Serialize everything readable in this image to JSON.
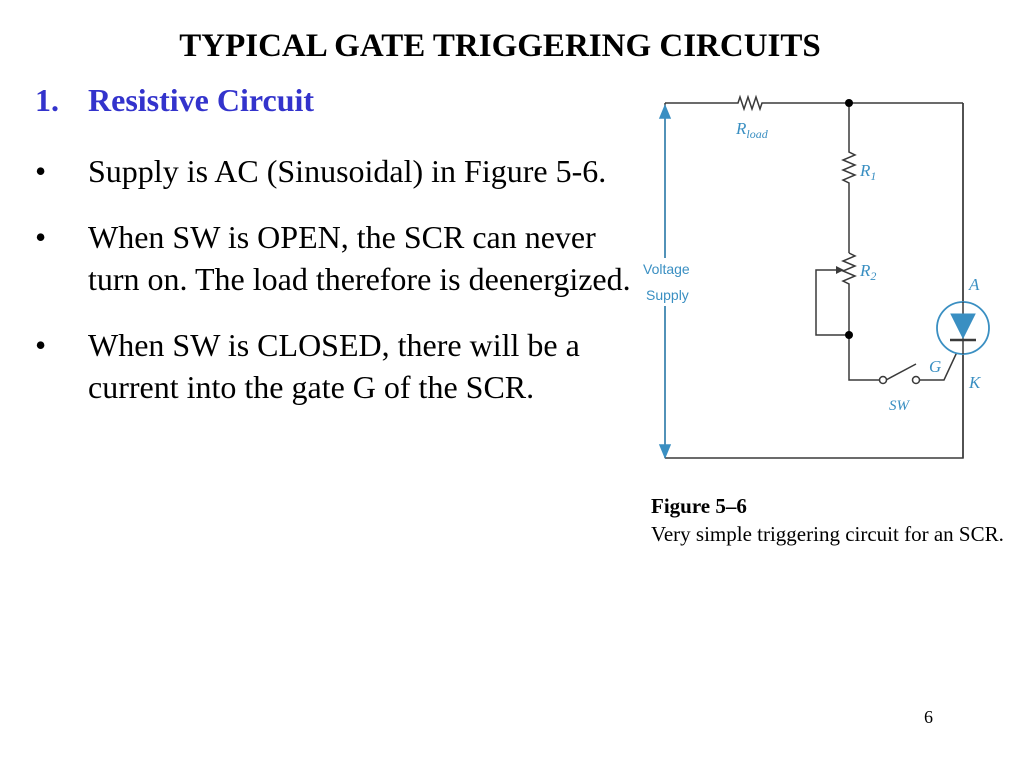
{
  "slide": {
    "title": "TYPICAL GATE TRIGGERING CIRCUITS",
    "section_number": "1.",
    "section_title": "Resistive Circuit",
    "bullet_symbol": "•",
    "bullets": [
      "Supply is AC (Sinusoidal) in Figure 5-6.",
      "When SW is OPEN, the SCR can never turn on. The load therefore is deenergized.",
      "When SW is CLOSED, there will be a current into the gate G of the SCR."
    ],
    "page_number": "6"
  },
  "figure": {
    "labels": {
      "rload_main": "R",
      "rload_sub": "load",
      "r1_main": "R",
      "r1_sub": "1",
      "r2_main": "R",
      "r2_sub": "2",
      "supply_line1": "Voltage",
      "supply_line2": "Supply",
      "anode": "A",
      "cathode": "K",
      "gate": "G",
      "switch": "SW"
    },
    "caption_label": "Figure 5–6",
    "caption_text": "Very simple triggering circuit for an SCR."
  },
  "colors": {
    "heading": "#3333cc",
    "circuit_wire": "#3a3a3a",
    "circuit_label": "#3a8fc2",
    "supply_arrow": "#3a8fc2",
    "scr_circle": "#3a8fc2"
  }
}
